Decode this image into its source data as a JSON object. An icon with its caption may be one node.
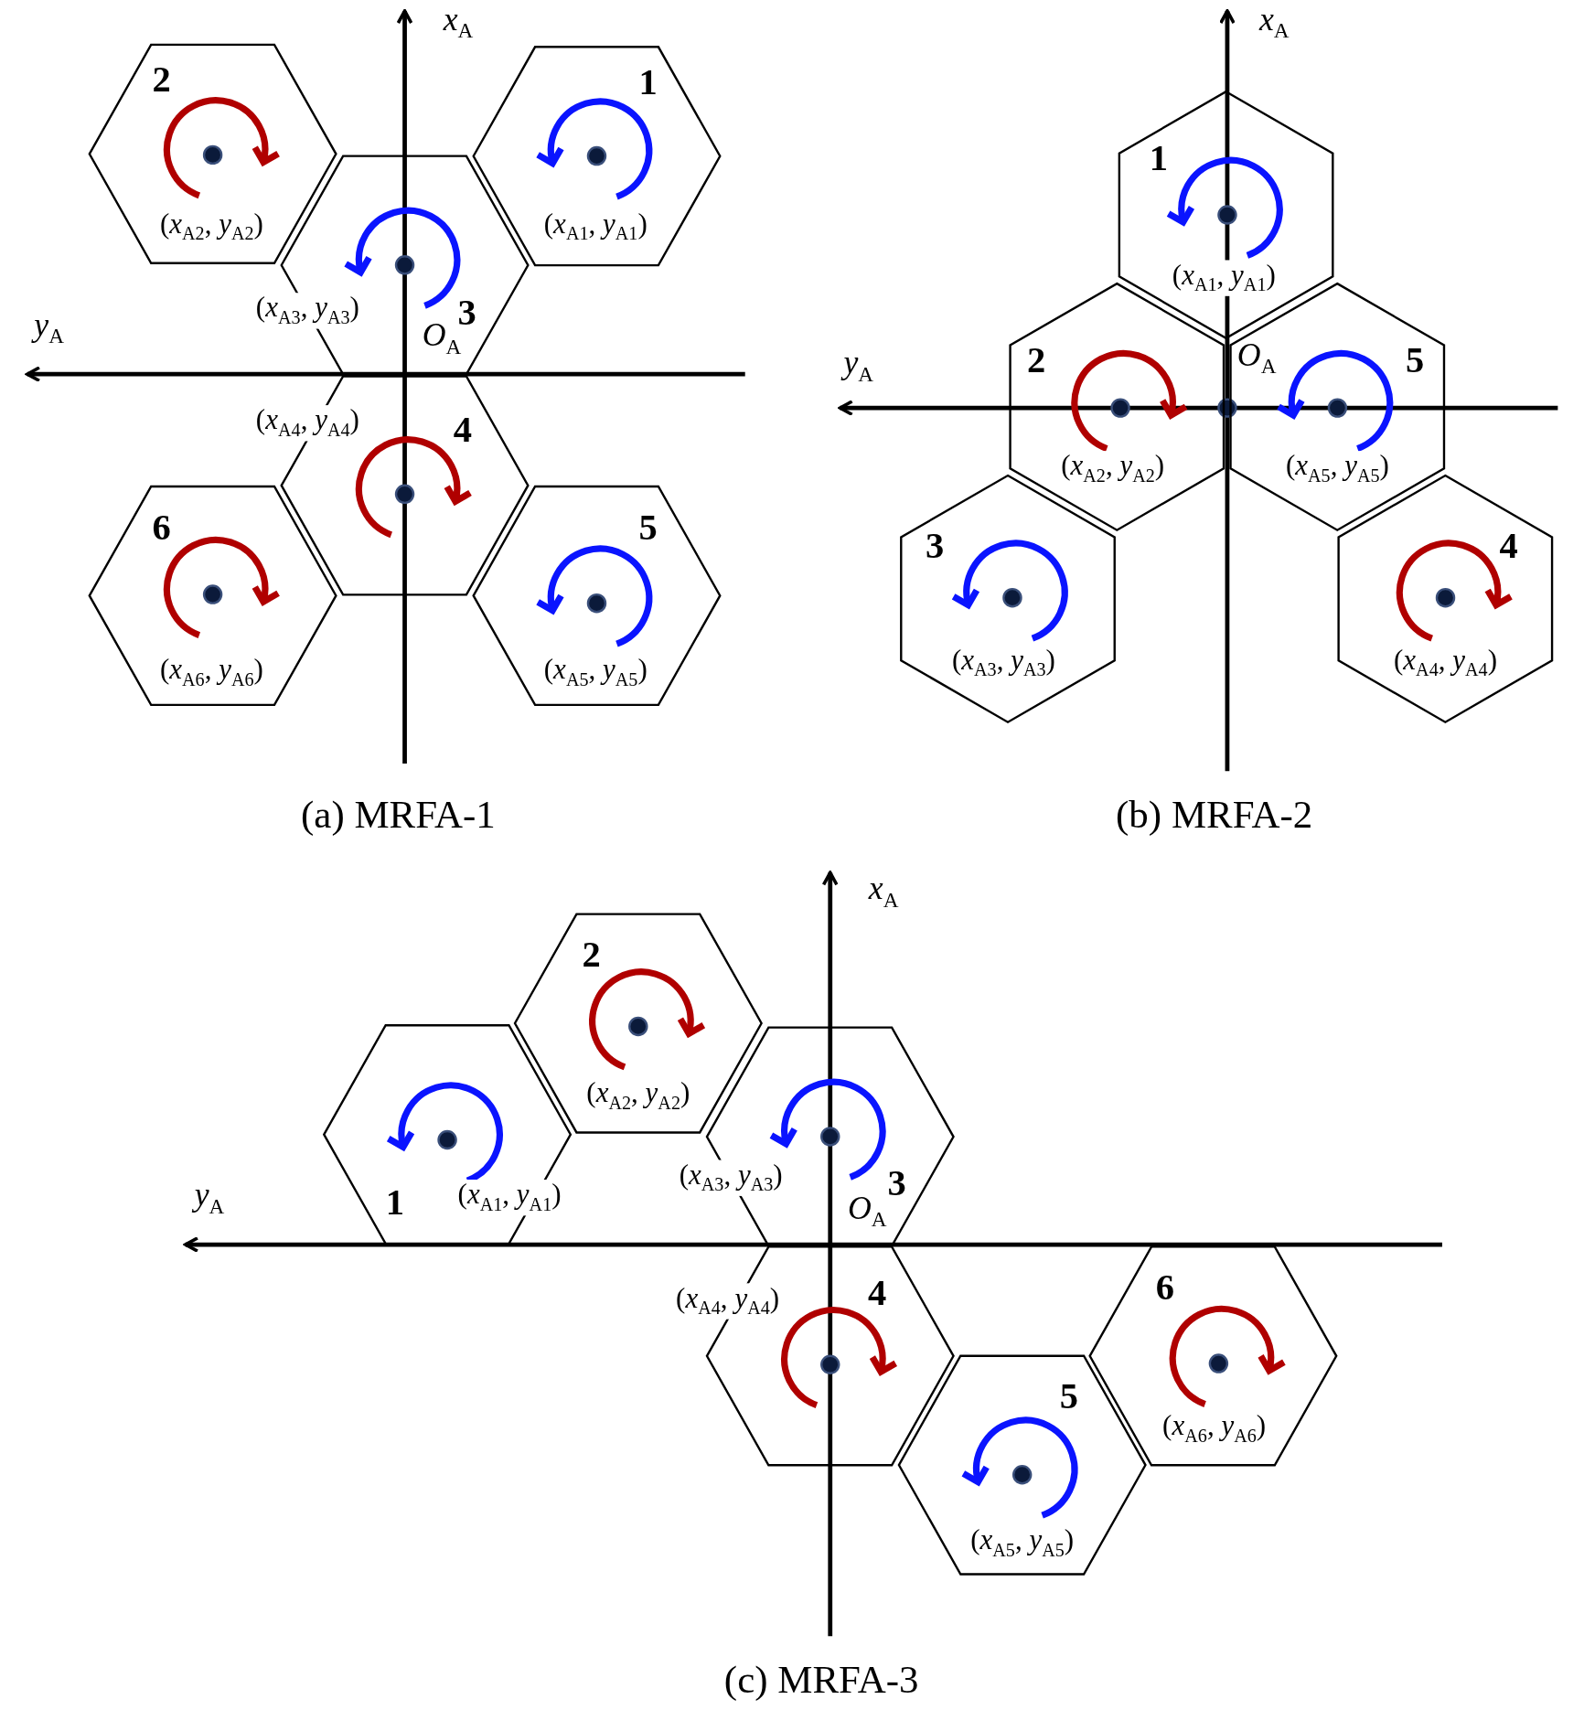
{
  "diagram": {
    "nodes": [
      {
        "text": [
          "2",
          "(*x*$_{A2}$, *y*$_{A2}$)"
        ]
      },
      {
        "text": [
          "1",
          "(*x*$_{A1}$, *y*$_{A1}$)"
        ]
      },
      {
        "text": [
          "(*x*$_{A3}$, *y*$_{A3}$)",
          "3"
        ]
      },
      {
        "text": [
          "(*x*$_{A4}$, *y*$_{A4}$)",
          "4"
        ]
      },
      {
        "text": [
          "6",
          "(*x*$_{A6}$, *y*$_{A6}$)"
        ]
      },
      {
        "text": [
          "5",
          "(*x*$_{A5}$, *y*$_{A5}$)"
        ]
      },
      {
        "text": [
          "1",
          "(*x*$_{A1}$, *y*$_{A1}$)"
        ]
      },
      {
        "text": [
          "2",
          "(*x*$_{A2}$, *y*$_{A2}$)"
        ]
      },
      {
        "text": [
          "5",
          "(*x*$_{A5}$, *y*$_{A5}$)"
        ]
      },
      {
        "text": [
          "3",
          "(*x*$_{A3}$, *y*$_{A3}$)"
        ]
      },
      {
        "text": [
          "4",
          "(*x*$_{A4}$, *y*$_{A4}$)"
        ]
      },
      {
        "text": [
          "2",
          "(*x*$_{A2}$, *y*$_{A2}$)"
        ]
      },
      {
        "text": [
          "1",
          "(*x*$_{A1}$, *y*$_{A1}$)"
        ]
      },
      {
        "text": [
          "(*x*$_{A3}$, *y*$_{A3}$)",
          "3"
        ]
      },
      {
        "text": [
          "(*x*$_{A4}$, *y*$_{A4}$)",
          "4"
        ]
      },
      {
        "text": [
          "6",
          "(*x*$_{A6}$, *y*$_{A6}$)"
        ]
      },
      {
        "text": [
          "5",
          "(*x*$_{A5}$, *y*$_{A5}$)"
        ]
      }
    ],
    "labels": [
      "*x*$_{A}$",
      "*y*$_{A}$",
      "*O*$_{A}$",
      "(a) MRFA-1",
      "*x*$_{A}$",
      "*y*$_{A}$",
      "*O*$_{A}$",
      "(b) MRFA-2",
      "*x*$_{A}$",
      "*y*$_{A}$",
      "*O*$_{A}$",
      "(c) MRFA-3"
    ]
  }
}
